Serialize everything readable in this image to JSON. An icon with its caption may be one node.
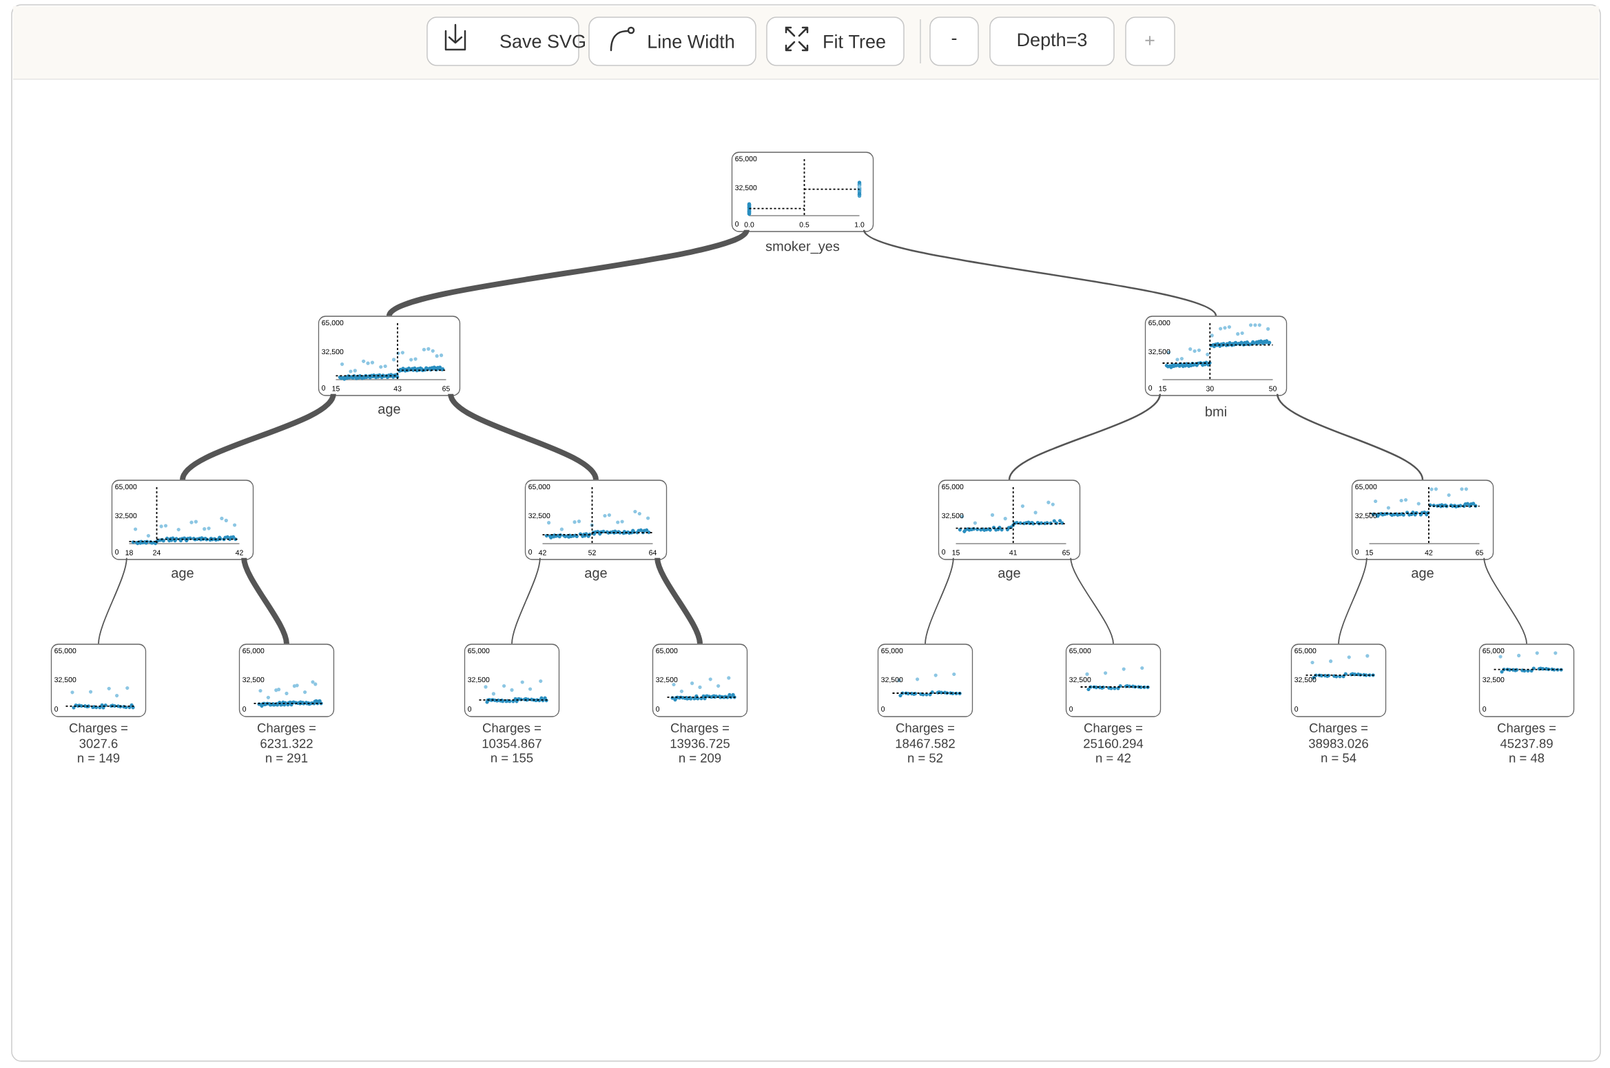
{
  "diagram": {
    "nodes": [
      {
        "text": [
          "65,000",
          "32,500",
          "0",
          "0.0",
          "0.5",
          "1.0"
        ],
        "beside": [
          "smoker_yes"
        ]
      },
      {
        "text": [
          "65,000",
          "32,500",
          "0",
          "15",
          "43",
          "65"
        ],
        "beside": [
          "age"
        ]
      },
      {
        "text": [
          "65,000",
          "32,500",
          "0",
          "15",
          "30",
          "50"
        ],
        "beside": [
          "bmi"
        ]
      },
      {
        "text": [
          "65,000",
          "32,500",
          "0",
          "18",
          "24",
          "42"
        ],
        "beside": [
          "age"
        ]
      },
      {
        "text": [
          "65,000",
          "32,500",
          "0",
          "42",
          "52",
          "64"
        ],
        "beside": [
          "age"
        ]
      },
      {
        "text": [
          "65,000",
          "32,500",
          "0",
          "15",
          "41",
          "65"
        ],
        "beside": [
          "age"
        ]
      },
      {
        "text": [
          "65,000",
          "32,500",
          "0",
          "15",
          "42",
          "65"
        ],
        "beside": [
          "age"
        ]
      },
      {
        "text": [
          "65,000",
          "32,500",
          "0"
        ],
        "beside": [
          "Charges =",
          "3027.6",
          "n = 149"
        ]
      },
      {
        "text": [
          "65,000",
          "32,500",
          "0"
        ],
        "beside": [
          "Charges =",
          "6231.322",
          "n = 291"
        ]
      },
      {
        "text": [
          "65,000",
          "32,500",
          "0"
        ],
        "beside": [
          "Charges =",
          "10354.867",
          "n = 155"
        ]
      },
      {
        "text": [
          "65,000",
          "32,500",
          "0"
        ],
        "beside": [
          "Charges =",
          "13936.725",
          "n = 209"
        ]
      },
      {
        "text": [
          "65,000",
          "32,500",
          "0"
        ],
        "beside": [
          "Charges =",
          "18467.582",
          "n = 52"
        ]
      },
      {
        "text": [
          "65,000",
          "32,500",
          "0"
        ],
        "beside": [
          "Charges =",
          "25160.294",
          "n = 42"
        ]
      },
      {
        "text": [
          "65,000",
          "32,500",
          "0"
        ],
        "beside": [
          "Charges =",
          "38983.026",
          "n = 54"
        ]
      },
      {
        "text": [
          "65,000",
          "32,500",
          "0"
        ],
        "beside": [
          "Charges =",
          "45237.89",
          "n = 48"
        ]
      }
    ],
    "edges": [
      {
        "from": 0,
        "to": 1,
        "arrow": "none",
        "style": "thick"
      },
      {
        "from": 0,
        "to": 2,
        "arrow": "none"
      },
      {
        "from": 1,
        "to": 3,
        "arrow": "none",
        "style": "thick"
      },
      {
        "from": 1,
        "to": 4,
        "arrow": "none",
        "style": "thick"
      },
      {
        "from": 2,
        "to": 5,
        "arrow": "none"
      },
      {
        "from": 2,
        "to": 6,
        "arrow": "none"
      },
      {
        "from": 3,
        "to": 7,
        "arrow": "none"
      },
      {
        "from": 3,
        "to": 8,
        "arrow": "none",
        "style": "thick"
      },
      {
        "from": 4,
        "to": 9,
        "arrow": "none"
      },
      {
        "from": 4,
        "to": 10,
        "arrow": "none",
        "style": "thick"
      },
      {
        "from": 5,
        "to": 11,
        "arrow": "none"
      },
      {
        "from": 5,
        "to": 12,
        "arrow": "none"
      },
      {
        "from": 6,
        "to": 13,
        "arrow": "none"
      },
      {
        "from": 6,
        "to": 14,
        "arrow": "none"
      }
    ],
    "labels": [
      "Save SVG",
      "Line Width",
      "Fit Tree",
      "-",
      "Depth=3",
      "+"
    ]
  }
}
